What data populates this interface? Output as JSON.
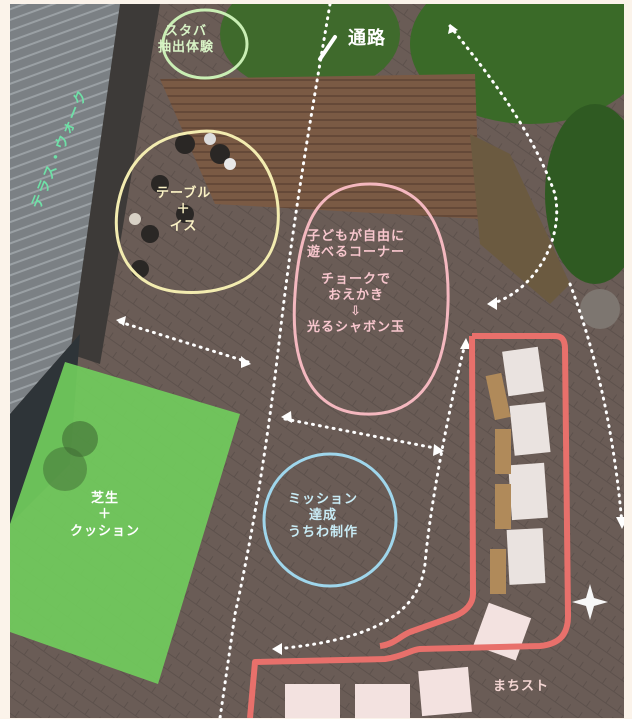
{
  "labels": {
    "starbucks_brewing": [
      "スタバ",
      "抽出体験"
    ],
    "walkway": "通路",
    "terrace": "テラス・ウォーク",
    "table_chairs": [
      "テーブル",
      "＋",
      "イス"
    ],
    "kids_corner": [
      "子どもが自由に",
      "遊べるコーナー",
      "",
      "チョークで",
      "おえかき",
      "⇩",
      "光るシャボン玉"
    ],
    "lawn_cushion": [
      "芝生",
      "＋",
      "クッション"
    ],
    "mission": [
      "ミッション",
      "達成",
      "うちわ制作"
    ],
    "machi_st": "まちスト"
  },
  "icons": [
    "sparkle-icon",
    "slash-mark-icon"
  ],
  "colors": {
    "yellow_circle": "#f3ecb0",
    "pink_ellipse": "#f4b8bf",
    "blue_circle": "#9fd6ec",
    "green_lawn": "#6fcf5b",
    "green_circle": "#c9eeb4",
    "red_route": "#e8706b",
    "dotted_path": "#ffffff"
  }
}
